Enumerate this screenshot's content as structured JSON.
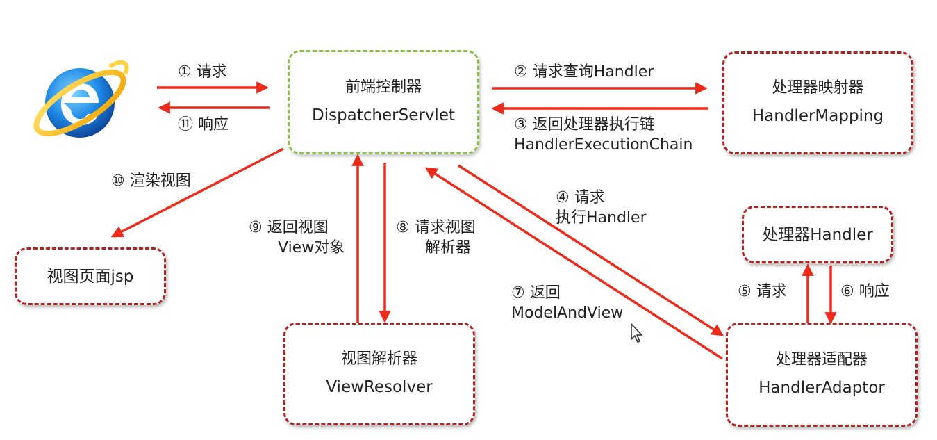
{
  "nodes": {
    "dispatcher": {
      "title": "前端控制器",
      "subtitle": "DispatcherServlet"
    },
    "handler_mapping": {
      "title": "处理器映射器",
      "subtitle": "HandlerMapping"
    },
    "handler": {
      "title": "处理器Handler"
    },
    "handler_adaptor": {
      "title": "处理器适配器",
      "subtitle": "HandlerAdaptor"
    },
    "view_resolver": {
      "title": "视图解析器",
      "subtitle": "ViewResolver"
    },
    "view_page": {
      "title": "视图页面jsp"
    }
  },
  "labels": {
    "step1": "① 请求",
    "step11": "⑪ 响应",
    "step2": "② 请求查询Handler",
    "step3_line1": "③ 返回处理器执行链",
    "step3_line2": "HandlerExecutionChain",
    "step4_line1": "④ 请求",
    "step4_line2": "执行Handler",
    "step5": "⑤ 请求",
    "step6": "⑥ 响应",
    "step7_line1": "⑦ 返回",
    "step7_line2": "ModelAndView",
    "step8_line1": "⑧ 请求视图",
    "step8_line2": "解析器",
    "step9_line1": "⑨ 返回视图",
    "step9_line2": "View对象",
    "step10": "⑩ 渲染视图"
  },
  "colors": {
    "arrow": "#ee2a1b",
    "box_border_red": "#b22222",
    "box_border_green": "#8bc34a"
  },
  "icons": {
    "browser": "ie-browser-icon",
    "cursor": "mouse-cursor-icon"
  }
}
